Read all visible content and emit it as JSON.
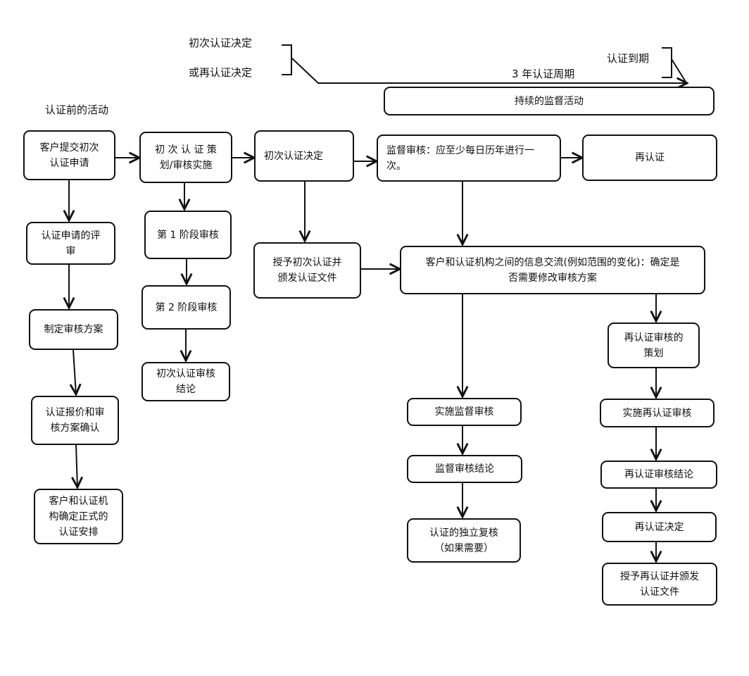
{
  "top": {
    "initial_decision": "初次认证决定",
    "recert_decision": "或再认证决定",
    "expiry": "认证到期",
    "cycle": "3 年认证周期",
    "pre_activities": "认证前的活动"
  },
  "nodes": {
    "ongoing_surveillance": "持续的监督活动",
    "client_apply": "客户提交初次\n认证申请",
    "review_apply": "认证申请的评\n审",
    "make_program": "制定审核方案",
    "quote_confirm": "认证报价和审\n核方案确认",
    "formal_arrangement": "客户和认证机\n构确定正式的\n认证安排",
    "initial_planning": "初 次 认 证 策\n划/审核实施",
    "stage1": "第 1 阶段审核",
    "stage2": "第 2 阶段审核",
    "initial_conclusion": "初次认证审核\n结论",
    "initial_decision_box": "初次认证决定",
    "grant_initial": "授予初次认证并\n颁发认证文件",
    "surveillance_audit": "监督审核：应至少每日历年进行一\n次。",
    "recertification": "再认证",
    "info_exchange": "客户和认证机构之间的信息交流(例如范围的变化)：确定是\n否需要修改审核方案",
    "do_surveillance": "实施监督审核",
    "surveillance_conclusion": "监督审核结论",
    "independent_review": "认证的独立复核\n（如果需要）",
    "recert_planning": "再认证审核的\n策划",
    "do_recert": "实施再认证审核",
    "recert_conclusion": "再认证审核结论",
    "recert_decision": "再认证决定",
    "grant_recert": "授予再认证并颁发\n认证文件"
  }
}
